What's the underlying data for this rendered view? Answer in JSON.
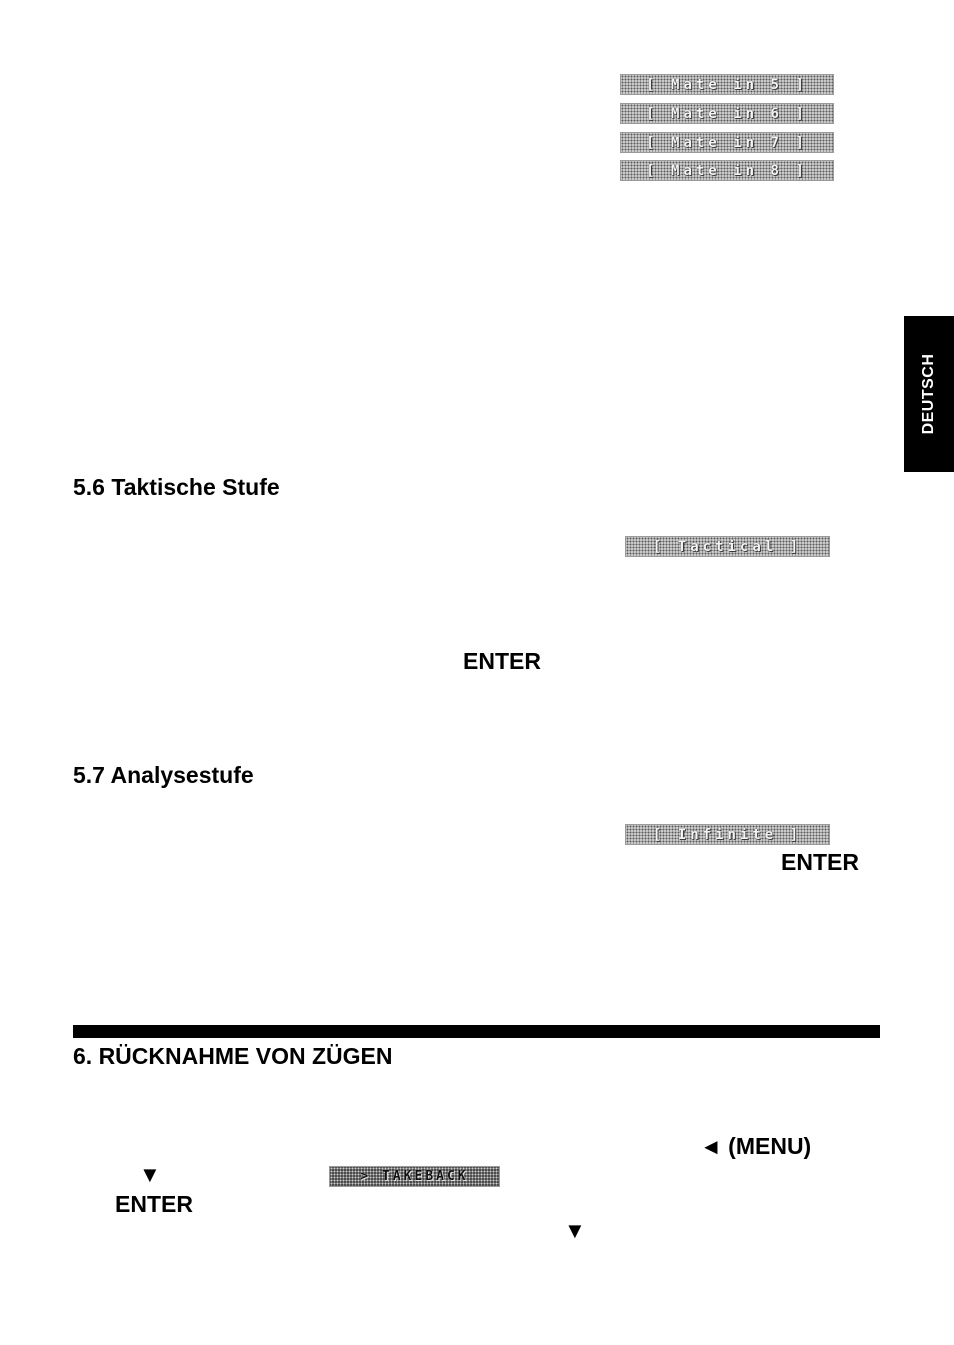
{
  "side_tab": {
    "label": "DEUTSCH"
  },
  "lcd_top": [
    "[ Mate in 5 ]",
    "[ Mate in 6 ]",
    "[ Mate in 7 ]",
    "[ Mate in 8 ]"
  ],
  "section_5_6": {
    "heading": "5.6 Taktische Stufe",
    "lcd": "[ Tactical ]",
    "enter_label": "ENTER"
  },
  "section_5_7": {
    "heading": "5.7 Analysestufe",
    "lcd": "[ Infinite ]",
    "enter_label": "ENTER"
  },
  "section_6": {
    "heading": "6. RÜCKNAHME VON ZÜGEN",
    "left_arrow": "◄",
    "menu_label": "(MENU)",
    "down_arrow_1": "▼",
    "lcd": "> TAKEBACK",
    "enter_label": "ENTER",
    "down_arrow_2": "▼"
  }
}
